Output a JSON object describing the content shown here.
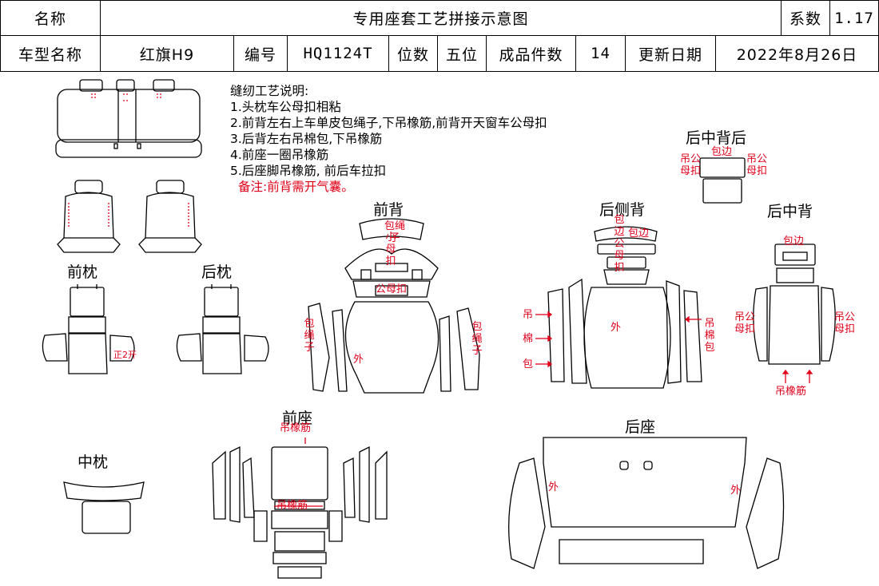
{
  "header": {
    "name_label": "名称",
    "title": "专用座套工艺拼接示意图",
    "coef_label": "系数",
    "coef_value": "1.17",
    "model_label": "车型名称",
    "model_value": "红旗H9",
    "code_label": "编号",
    "code_value": "HQ1124T",
    "seat_label": "位数",
    "seat_value": "五位",
    "pieces_label": "成品件数",
    "pieces_value": "14",
    "date_label": "更新日期",
    "date_value": "2022年8月26日"
  },
  "notes": {
    "title": "缝纫工艺说明:",
    "items": [
      "1.头枕车公母扣相粘",
      "2.前背左右上车单皮包绳子,下吊橡筋,前背开天窗车公母扣",
      "3.后背左右吊棉包,下吊橡筋",
      "4.前座一圈吊橡筋",
      "5.后座脚吊橡筋, 前后车拉扣"
    ],
    "remark": "备注:前背需开气囊。"
  },
  "sections": {
    "front_headrest": "前枕",
    "rear_headrest": "后枕",
    "middle_headrest": "中枕",
    "front_back": "前背",
    "rear_side_back": "后侧背",
    "rear_middle_back_top": "后中背后",
    "rear_middle_back": "后中背",
    "front_seat": "前座",
    "rear_seat": "后座"
  },
  "annotations": {
    "bao_bian": "包边",
    "diao_gong_mu_kou": "吊公母扣",
    "bao_bian_vertical": "包边",
    "bao_sheng_zi": "包绳子",
    "xiao_mu_kou": "小母扣",
    "gong_mu_kou": "公母扣",
    "wai": "外",
    "bao_bian_gong_mu_kou": "包边公母扣",
    "diao": "吊",
    "mian": "棉",
    "bao": "包",
    "diao_mian_bao": "吊棉包",
    "bao_bian_diao": "吊公母扣包边",
    "diao_xiang_jin": "吊橡筋",
    "zheng_kai": "正2开"
  },
  "colors": {
    "accent_red": "#e0001a",
    "line": "#000000"
  }
}
